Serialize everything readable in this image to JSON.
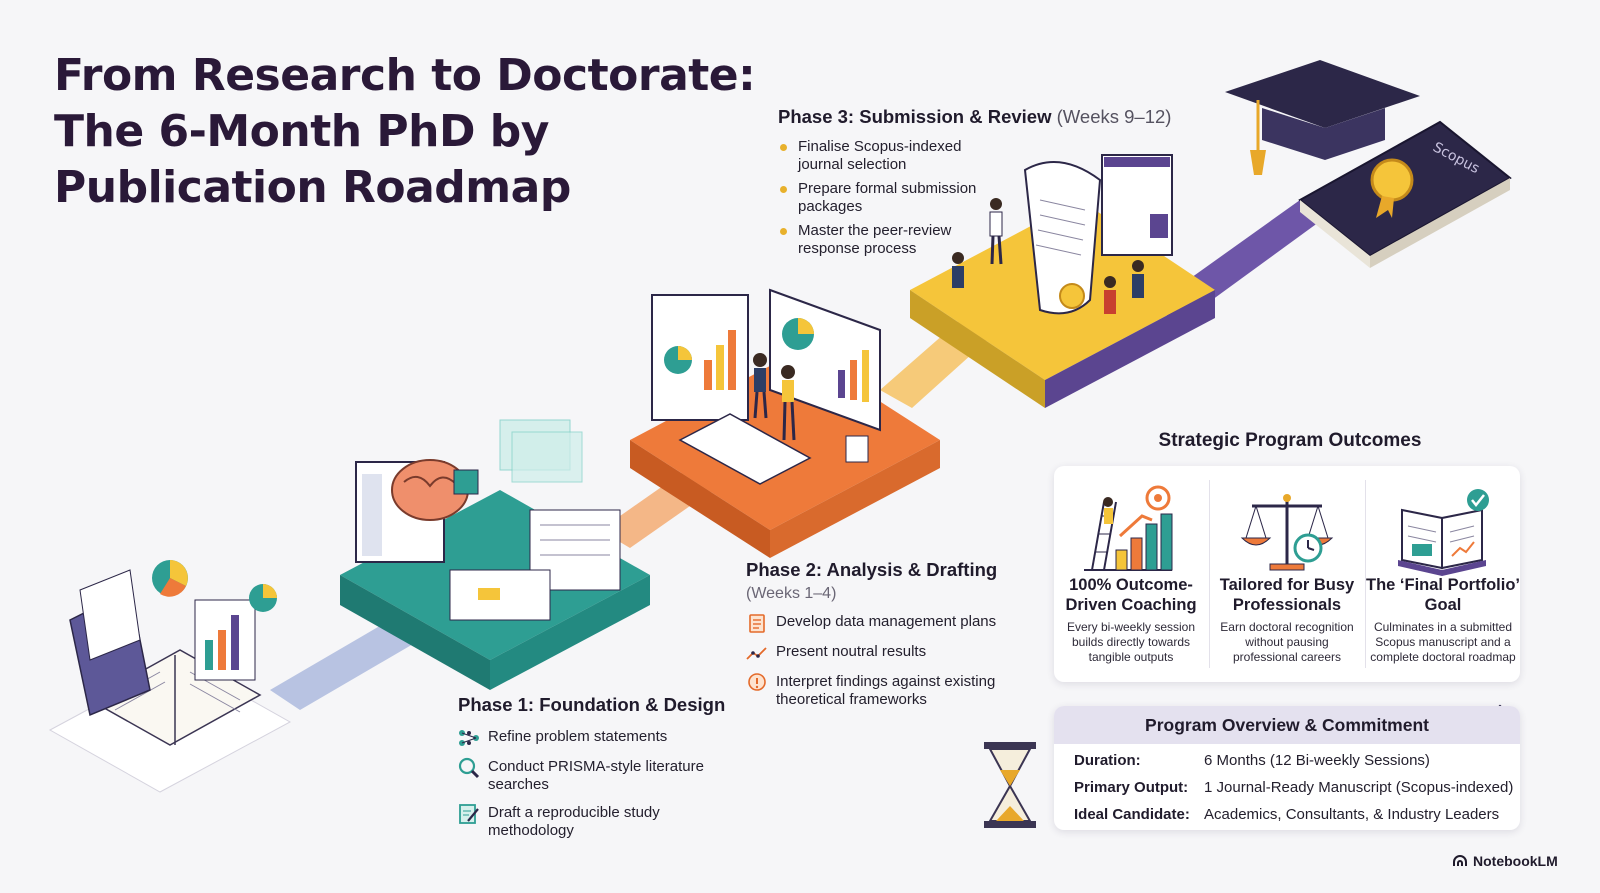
{
  "title_lines": [
    "From Research to Doctorate:",
    "The 6-Month PhD by",
    "Publication Roadmap"
  ],
  "phase1": {
    "title": "Phase 1: Foundation & Design",
    "items": [
      {
        "icon": "network-nodes-icon",
        "text": "Refine problem statements"
      },
      {
        "icon": "magnifier-icon",
        "text": "Conduct PRISMA-style literature searches"
      },
      {
        "icon": "edit-document-icon",
        "text": "Draft a reproducible study methodology"
      }
    ]
  },
  "phase2": {
    "title": "Phase 2: Analysis & Drafting",
    "weeks": "(Weeks 1–4)",
    "items": [
      {
        "icon": "document-icon",
        "text": "Develop data management plans"
      },
      {
        "icon": "trend-line-icon",
        "text": "Present noutral results"
      },
      {
        "icon": "lightbulb-icon",
        "text": "Interpret findings against existing theoretical frameworks"
      }
    ]
  },
  "phase3": {
    "title": "Phase 3: Submission & Review",
    "weeks": "(Weeks 9–12)",
    "items": [
      "Finalise Scopus-indexed journal selection",
      "Prepare formal submission packages",
      "Master the peer-review response process"
    ]
  },
  "book_label": "Scopus",
  "outcomes": {
    "heading": "Strategic Program Outcomes",
    "cards": [
      {
        "icon": "ladder-target-growth-icon",
        "title": "100% Outcome-Driven Coaching",
        "desc": "Every bi-weekly session builds directly towards tangible outputs"
      },
      {
        "icon": "scales-clock-icon",
        "title": "Tailored for Busy Professionals",
        "desc": "Earn doctoral recognition without pausing professional careers"
      },
      {
        "icon": "open-book-check-icon",
        "title": "The ‘Final Portfolio’ Goal",
        "desc": "Culminates in a submitted Scopus manuscript and a complete doctoral roadmap"
      }
    ]
  },
  "overview": {
    "heading": "Program Overview & Commitment",
    "rows": [
      {
        "label": "Duration:",
        "value": "6 Months (12 Bi-weekly Sessions)"
      },
      {
        "label": "Primary Output:",
        "value": "1 Journal-Ready Manuscript (Scopus-indexed)"
      },
      {
        "label": "Ideal Candidate:",
        "value": "Academics, Consultants, & Industry Leaders"
      }
    ]
  },
  "brand": "NotebookLM",
  "colors": {
    "teal": "#2e9e93",
    "orange": "#ee7a3a",
    "yellow": "#f5c53a",
    "purple": "#5b4590",
    "navy": "#2c2748",
    "bullet": "#e8b12c"
  }
}
